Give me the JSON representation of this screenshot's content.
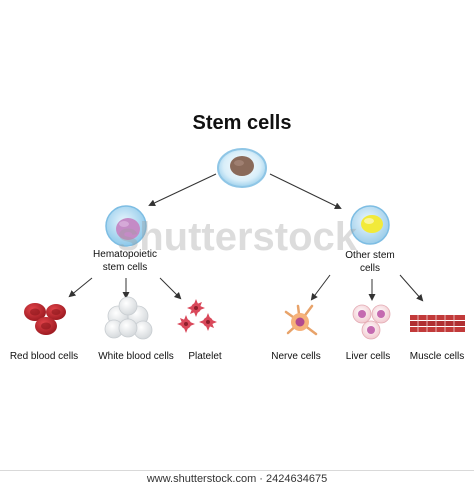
{
  "diagram": {
    "title": "Stem cells",
    "watermark": "shutterstock",
    "nodes": {
      "hematopoietic": [
        "Hematopoietic",
        "stem cells"
      ],
      "other": [
        "Other stem",
        "cells"
      ]
    },
    "outputs": {
      "red": "Red blood cells",
      "white": "White blood cells",
      "platelet": "Platelet",
      "nerve": "Nerve cells",
      "liver": "Liver cells",
      "muscle": "Muscle cells"
    }
  },
  "footer": {
    "text": "www.shutterstock.com · 2424634675"
  },
  "colors": {
    "stem_outer": "#b9def1",
    "stem_nucleus": "#8a6a5a",
    "hema_nucleus": "#c48bc6",
    "other_nucleus": "#f2ea3a",
    "red_cell": "#c0262d",
    "platelet": "#d9485a",
    "muscle": "#c23a3a",
    "arrow": "#333333"
  }
}
